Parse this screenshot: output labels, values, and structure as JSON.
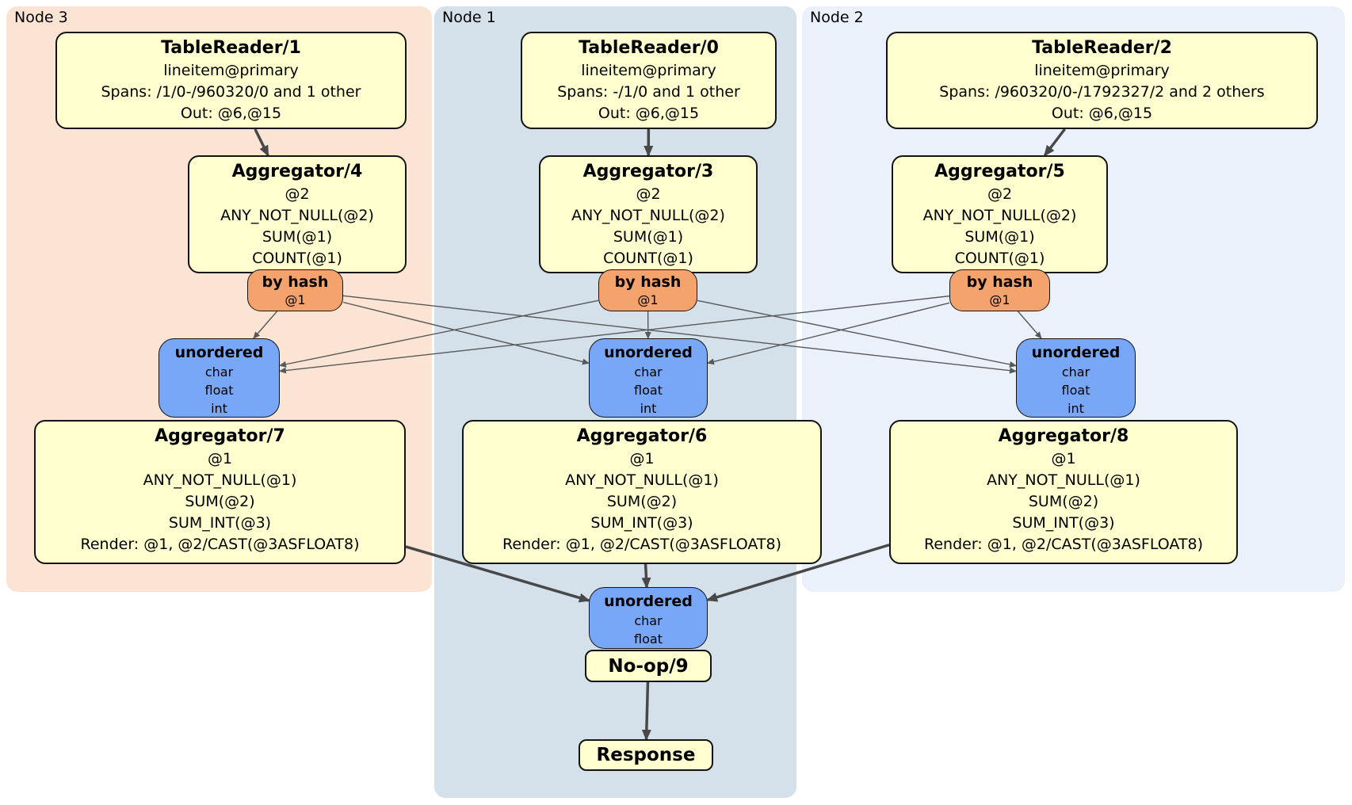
{
  "regions": [
    {
      "id": "node3",
      "label": "Node 3"
    },
    {
      "id": "node1",
      "label": "Node 1"
    },
    {
      "id": "node2",
      "label": "Node 2"
    }
  ],
  "processors": {
    "tr1": {
      "title": "TableReader/1",
      "lines": [
        "lineitem@primary",
        "Spans: /1/0-/960320/0 and 1 other",
        "Out: @6,@15"
      ]
    },
    "tr0": {
      "title": "TableReader/0",
      "lines": [
        "lineitem@primary",
        "Spans: -/1/0 and 1 other",
        "Out: @6,@15"
      ]
    },
    "tr2": {
      "title": "TableReader/2",
      "lines": [
        "lineitem@primary",
        "Spans: /960320/0-/1792327/2 and 2 others",
        "Out: @6,@15"
      ]
    },
    "agg4": {
      "title": "Aggregator/4",
      "lines": [
        "@2",
        "ANY_NOT_NULL(@2)",
        "SUM(@1)",
        "COUNT(@1)"
      ]
    },
    "agg3": {
      "title": "Aggregator/3",
      "lines": [
        "@2",
        "ANY_NOT_NULL(@2)",
        "SUM(@1)",
        "COUNT(@1)"
      ]
    },
    "agg5": {
      "title": "Aggregator/5",
      "lines": [
        "@2",
        "ANY_NOT_NULL(@2)",
        "SUM(@1)",
        "COUNT(@1)"
      ]
    },
    "byhash4": {
      "title": "by hash",
      "lines": [
        "@1"
      ]
    },
    "byhash3": {
      "title": "by hash",
      "lines": [
        "@1"
      ]
    },
    "byhash5": {
      "title": "by hash",
      "lines": [
        "@1"
      ]
    },
    "sync_l": {
      "title": "unordered",
      "lines": [
        "char",
        "float",
        "int"
      ]
    },
    "sync_c": {
      "title": "unordered",
      "lines": [
        "char",
        "float",
        "int"
      ]
    },
    "sync_r": {
      "title": "unordered",
      "lines": [
        "char",
        "float",
        "int"
      ]
    },
    "agg7": {
      "title": "Aggregator/7",
      "lines": [
        "@1",
        "ANY_NOT_NULL(@1)",
        "SUM(@2)",
        "SUM_INT(@3)",
        "Render: @1, @2/CAST(@3ASFLOAT8)"
      ]
    },
    "agg6": {
      "title": "Aggregator/6",
      "lines": [
        "@1",
        "ANY_NOT_NULL(@1)",
        "SUM(@2)",
        "SUM_INT(@3)",
        "Render: @1, @2/CAST(@3ASFLOAT8)"
      ]
    },
    "agg8": {
      "title": "Aggregator/8",
      "lines": [
        "@1",
        "ANY_NOT_NULL(@1)",
        "SUM(@2)",
        "SUM_INT(@3)",
        "Render: @1, @2/CAST(@3ASFLOAT8)"
      ]
    },
    "sync_bottom": {
      "title": "unordered",
      "lines": [
        "char",
        "float"
      ]
    },
    "noop": {
      "title": "No-op/9"
    },
    "response": {
      "title": "Response"
    }
  },
  "edges": [
    {
      "from": "tr1",
      "to": "agg4",
      "style": "thick"
    },
    {
      "from": "tr0",
      "to": "agg3",
      "style": "thick"
    },
    {
      "from": "tr2",
      "to": "agg5",
      "style": "thick"
    },
    {
      "from": "byhash4",
      "to": "sync_l",
      "style": "thin"
    },
    {
      "from": "byhash4",
      "to": "sync_c",
      "style": "thin"
    },
    {
      "from": "byhash4",
      "to": "sync_r",
      "style": "thin"
    },
    {
      "from": "byhash3",
      "to": "sync_l",
      "style": "thin"
    },
    {
      "from": "byhash3",
      "to": "sync_c",
      "style": "thin"
    },
    {
      "from": "byhash3",
      "to": "sync_r",
      "style": "thin"
    },
    {
      "from": "byhash5",
      "to": "sync_l",
      "style": "thin"
    },
    {
      "from": "byhash5",
      "to": "sync_c",
      "style": "thin"
    },
    {
      "from": "byhash5",
      "to": "sync_r",
      "style": "thin"
    },
    {
      "from": "agg7",
      "to": "sync_bottom",
      "style": "thick"
    },
    {
      "from": "agg6",
      "to": "sync_bottom",
      "style": "thick"
    },
    {
      "from": "agg8",
      "to": "sync_bottom",
      "style": "thick"
    },
    {
      "from": "noop",
      "to": "response",
      "style": "thick"
    }
  ],
  "colors": {
    "processor_fill": "#ffffcf",
    "router_fill": "#f5a36c",
    "sync_fill": "#79a7f7",
    "node3_bg": "#fce4d5",
    "node1_bg": "#d4e1ea",
    "node2_bg": "#ebf1fa",
    "edge_thick": "#484848",
    "edge_thin": "#585858"
  }
}
